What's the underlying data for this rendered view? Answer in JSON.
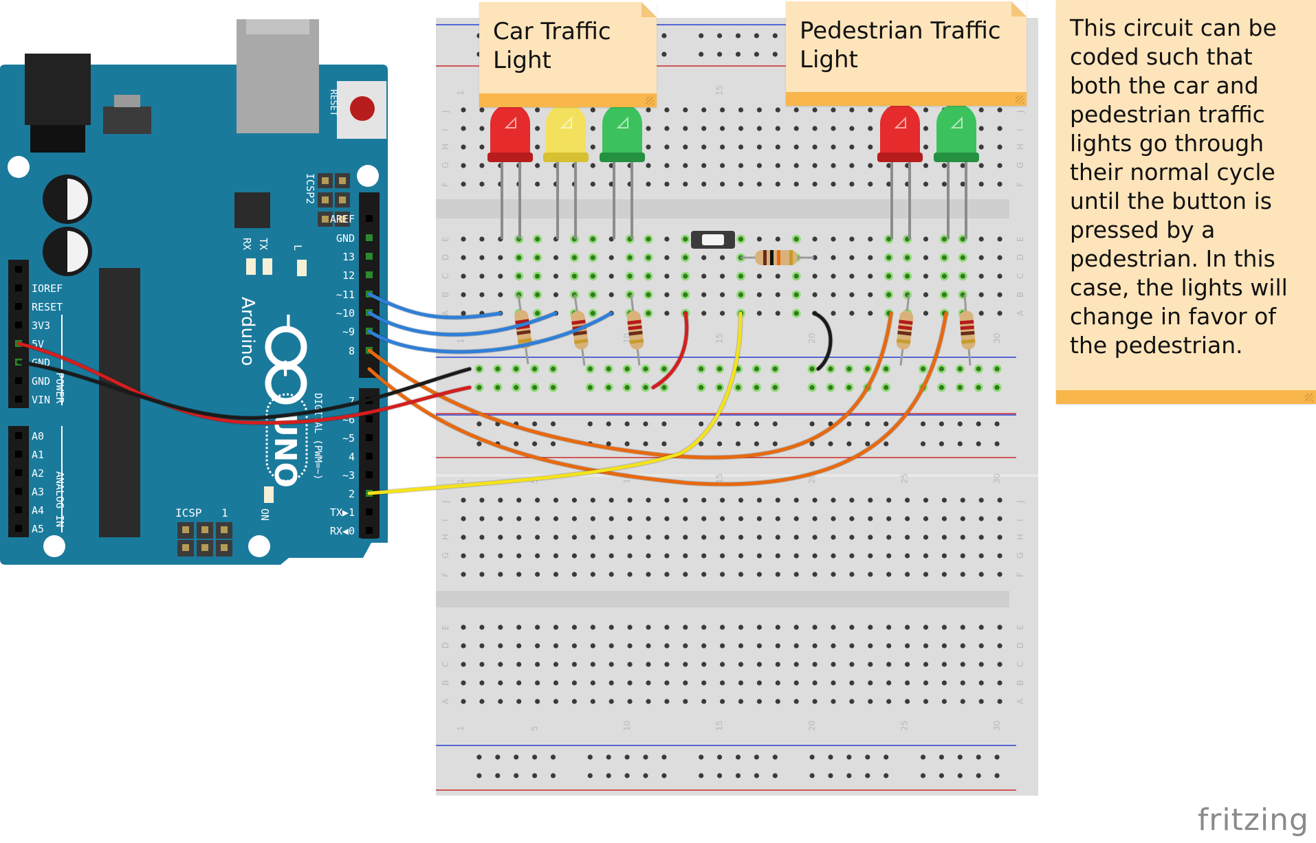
{
  "notes": {
    "car": "Car Traffic Light",
    "pedestrian": "Pedestrian Traffic Light",
    "description": "This circuit can be coded such that both the car and pedestrian traffic lights go through their normal cycle until the button is pressed by a pedestrian. In this case, the lights will change in favor of the pedestrian."
  },
  "brand": "fritzing",
  "arduino": {
    "board_name": "Arduino",
    "model": "UNO",
    "reset_label": "RESET",
    "icsp2_label": "ICSP2",
    "icsp_label": "ICSP",
    "icsp_pin1": "1",
    "on_label": "ON",
    "tx_label": "TX",
    "rx_label": "RX",
    "l_label": "L",
    "power_label": "POWER",
    "analog_label": "ANALOG IN",
    "digital_label": "DIGITAL (PWM=~)",
    "power_pins": [
      "IOREF",
      "RESET",
      "3V3",
      "5V",
      "GND",
      "GND",
      "VIN"
    ],
    "analog_pins": [
      "A0",
      "A1",
      "A2",
      "A3",
      "A4",
      "A5"
    ],
    "top_header": [
      "AREF",
      "GND",
      "13",
      "12",
      "~11",
      "~10",
      "~9",
      "8"
    ],
    "bottom_header": [
      "7",
      "~6",
      "~5",
      "4",
      "~3",
      "2",
      "TX▶1",
      "RX◀0"
    ]
  },
  "breadboard": {
    "rows_top": [
      "J",
      "I",
      "H",
      "G",
      "F"
    ],
    "rows_mid": [
      "E",
      "D",
      "C",
      "B",
      "A"
    ],
    "column_numbers": [
      "1",
      "5",
      "10",
      "15",
      "20",
      "25",
      "30"
    ]
  },
  "colors": {
    "board": "#1a7a9c",
    "wire_blue": "#2f7fd8",
    "wire_red": "#d41e1e",
    "wire_black": "#1a1a1a",
    "wire_yellow": "#f4e21c",
    "wire_orange": "#e8690f",
    "note": "#fde4ba",
    "note_strip": "#f8b64b"
  },
  "leds": [
    {
      "color": "red",
      "group": "car"
    },
    {
      "color": "yellow",
      "group": "car"
    },
    {
      "color": "green",
      "group": "car"
    },
    {
      "color": "red",
      "group": "pedestrian"
    },
    {
      "color": "green",
      "group": "pedestrian"
    }
  ]
}
